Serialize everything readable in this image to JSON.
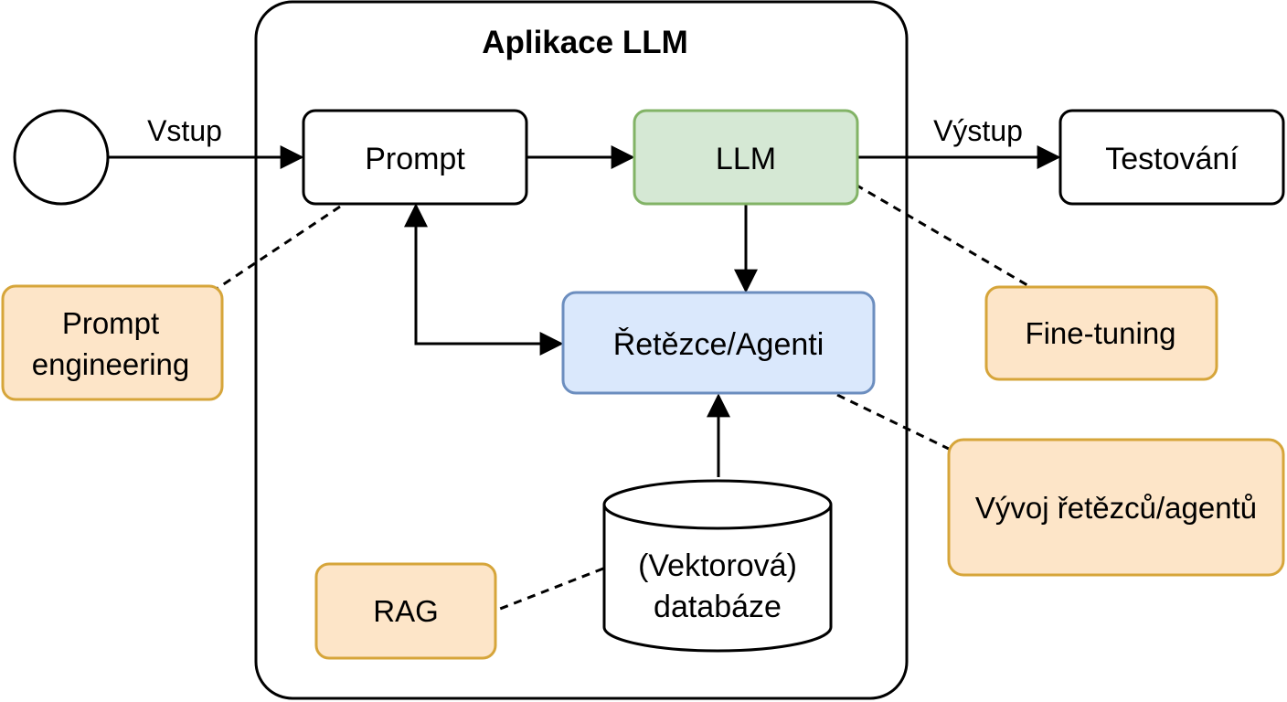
{
  "container": {
    "title": "Aplikace LLM"
  },
  "nodes": {
    "prompt": {
      "label": "Prompt"
    },
    "llm": {
      "label": "LLM",
      "fill": "#d5e8d4",
      "stroke": "#82b366"
    },
    "chains": {
      "label": "Řetězce/Agenti",
      "fill": "#dae8fc",
      "stroke": "#6c8ebf"
    },
    "testing": {
      "label": "Testování"
    },
    "database": {
      "line1": "(Vektorová)",
      "line2": "databáze"
    }
  },
  "edges": {
    "input": {
      "label": "Vstup"
    },
    "output": {
      "label": "Výstup"
    }
  },
  "notes": {
    "style": {
      "fill": "#fde5c8",
      "stroke": "#d6a53a"
    },
    "prompt_engineering": {
      "line1": "Prompt",
      "line2": "engineering"
    },
    "fine_tuning": {
      "label": "Fine-tuning"
    },
    "chain_dev": {
      "label": "Vývoj řetězců/agentů"
    },
    "rag": {
      "label": "RAG"
    }
  }
}
